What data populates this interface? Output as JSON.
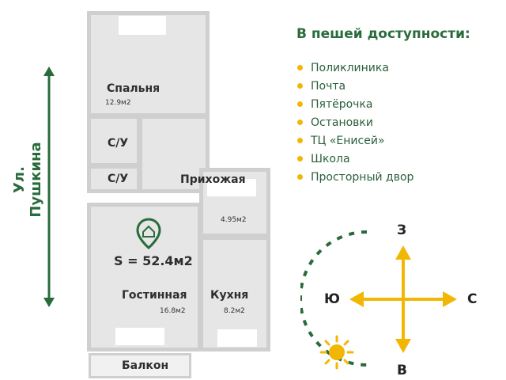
{
  "street": {
    "label": "Ул. Пушкина"
  },
  "plan": {
    "total_area": "S = 52.4м2",
    "rooms": {
      "bedroom": {
        "label": "Спальня",
        "area": "12.9м2"
      },
      "bath1": {
        "label": "С/У"
      },
      "bath2": {
        "label": "С/У"
      },
      "hallway": {
        "label": "Прихожая",
        "area": "4.95м2"
      },
      "living": {
        "label": "Гостинная",
        "area": "16.8м2"
      },
      "kitchen": {
        "label": "Кухня",
        "area": "8.2м2"
      },
      "balcony": {
        "label": "Балкон"
      }
    }
  },
  "amenities": {
    "title": "В пешей доступности:",
    "items": [
      "Поликлиника",
      "Почта",
      "Пятёрочка",
      "Остановки",
      "ТЦ «Енисей»",
      "Школа",
      "Просторный двор"
    ]
  },
  "compass": {
    "north": "З",
    "south": "В",
    "west": "Ю",
    "east": "С"
  },
  "colors": {
    "green": "#2a6b3c",
    "accent": "#f2b705",
    "wall": "#cfcfcf",
    "floor": "#e6e6e6"
  }
}
